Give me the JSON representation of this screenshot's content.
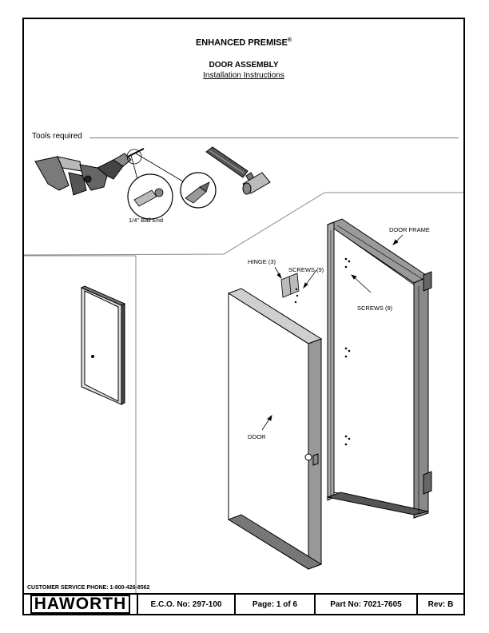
{
  "document": {
    "title": "ENHANCED PREMISE",
    "title_mark": "®",
    "subtitle": "DOOR ASSEMBLY",
    "instructions_link": "Installation Instructions"
  },
  "tools": {
    "section_label": "Tools required",
    "bit_label": "1/4\" Ball End",
    "icons": [
      "cordless-drill-icon",
      "ball-end-bit-icon",
      "phillips-bit-icon",
      "mallet-icon"
    ]
  },
  "callouts": {
    "door_frame": "DOOR FRAME",
    "hinge": "HINGE (3)",
    "screws_hinge": "SCREWS (9)",
    "screws_frame": "SCREWS (9)",
    "door": "DOOR"
  },
  "footer": {
    "phone": "CUSTOMER SERVICE PHONE: 1-800-426-8562",
    "logo": "HAWORTH",
    "eco": "E.C.O. No: 297-100",
    "page": "Page: 1 of 6",
    "part": "Part No: 7021-7605",
    "rev": "Rev: B"
  }
}
